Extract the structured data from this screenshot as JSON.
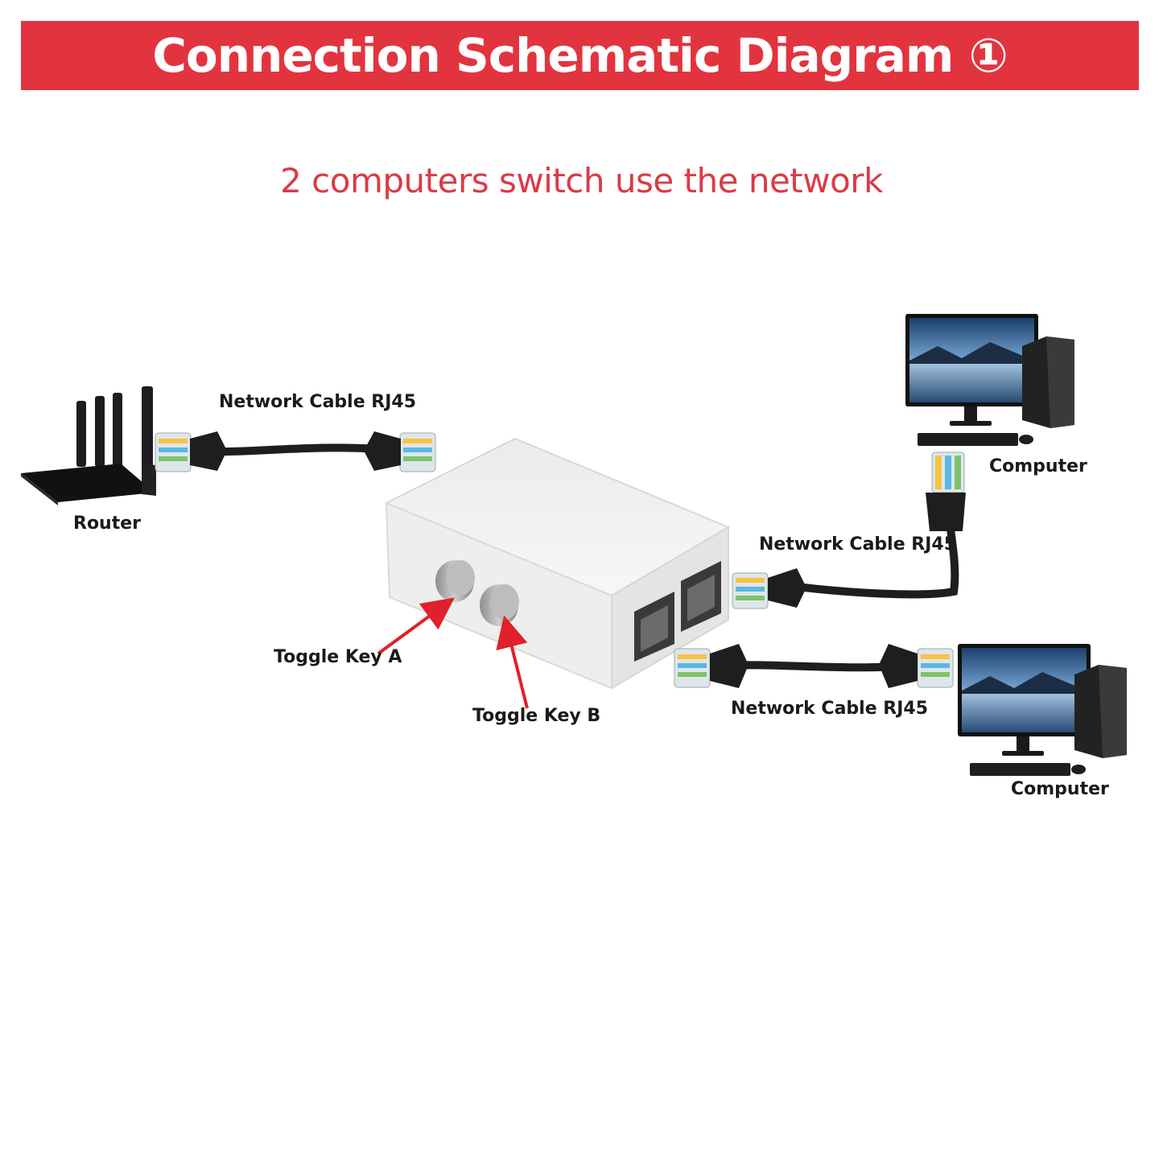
{
  "header": {
    "title": "Connection Schematic Diagram ①",
    "banner_color": "#E2343F"
  },
  "subtitle": {
    "text": "2 computers switch use the network",
    "color": "#D93B47"
  },
  "labels": {
    "router": "Router",
    "cable_router": "Network Cable RJ45",
    "cable_computer_1": "Network Cable RJ45",
    "cable_computer_2": "Network Cable RJ45",
    "computer_1": "Computer",
    "computer_2": "Computer",
    "toggle_a": "Toggle Key A",
    "toggle_b": "Toggle Key B"
  },
  "colors": {
    "arrow": "#E0202B",
    "switch_body": "#F0F0EE",
    "cable": "#1E1E1E"
  },
  "icons": [
    "router-icon",
    "network-switch-icon",
    "computer-icon",
    "rj45-connector-icon",
    "arrow-icon"
  ]
}
